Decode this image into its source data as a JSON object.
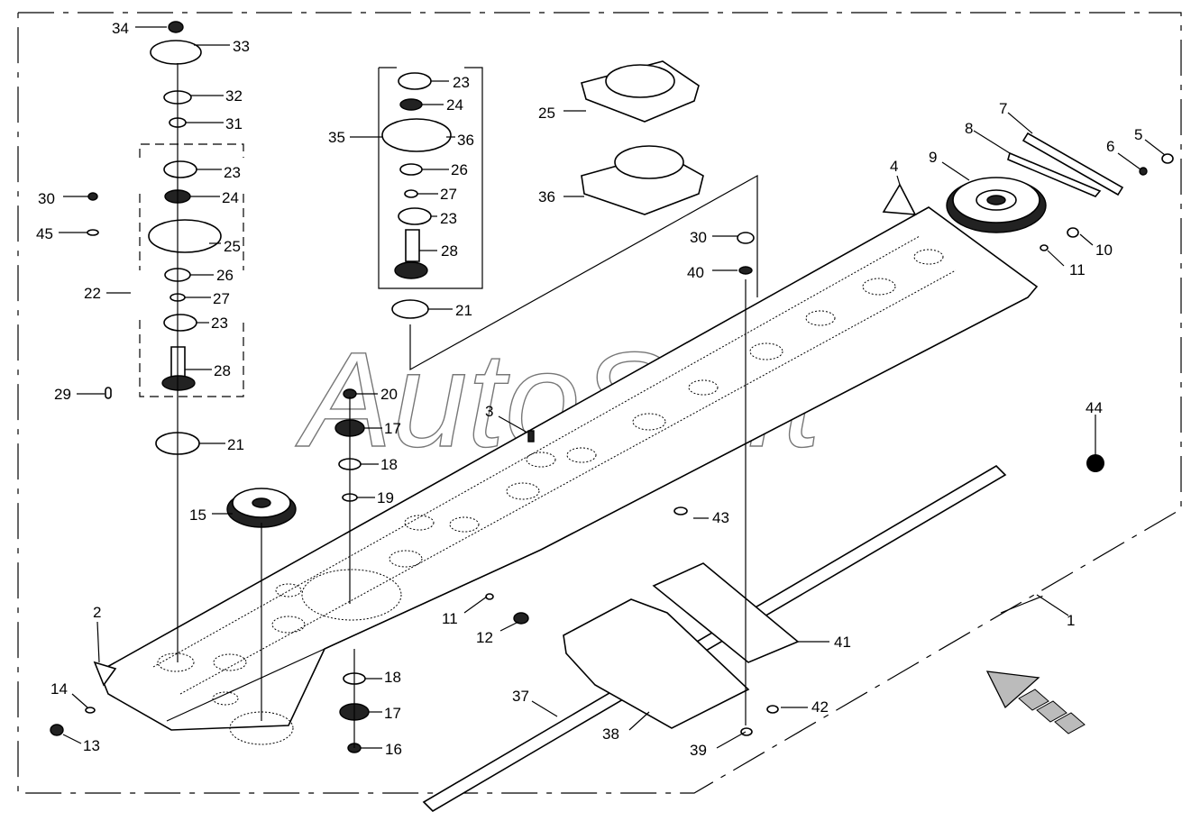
{
  "watermark": "AutoSoft",
  "callouts": [
    {
      "id": "c34",
      "text": "34"
    },
    {
      "id": "c33",
      "text": "33"
    },
    {
      "id": "c32",
      "text": "32"
    },
    {
      "id": "c31",
      "text": "31"
    },
    {
      "id": "c23a",
      "text": "23"
    },
    {
      "id": "c30a",
      "text": "30"
    },
    {
      "id": "c24a",
      "text": "24"
    },
    {
      "id": "c45",
      "text": "45"
    },
    {
      "id": "c25a",
      "text": "25"
    },
    {
      "id": "c26a",
      "text": "26"
    },
    {
      "id": "c22",
      "text": "22"
    },
    {
      "id": "c27a",
      "text": "27"
    },
    {
      "id": "c23b",
      "text": "23"
    },
    {
      "id": "c28a",
      "text": "28"
    },
    {
      "id": "c29",
      "text": "29"
    },
    {
      "id": "c21a",
      "text": "21"
    },
    {
      "id": "c15",
      "text": "15"
    },
    {
      "id": "c2",
      "text": "2"
    },
    {
      "id": "c14",
      "text": "14"
    },
    {
      "id": "c13",
      "text": "13"
    },
    {
      "id": "c23c",
      "text": "23"
    },
    {
      "id": "c24b",
      "text": "24"
    },
    {
      "id": "c35",
      "text": "35"
    },
    {
      "id": "c36a",
      "text": "36"
    },
    {
      "id": "c26b",
      "text": "26"
    },
    {
      "id": "c27b",
      "text": "27"
    },
    {
      "id": "c23d",
      "text": "23"
    },
    {
      "id": "c28b",
      "text": "28"
    },
    {
      "id": "c21b",
      "text": "21"
    },
    {
      "id": "c20",
      "text": "20"
    },
    {
      "id": "c17a",
      "text": "17"
    },
    {
      "id": "c18a",
      "text": "18"
    },
    {
      "id": "c19",
      "text": "19"
    },
    {
      "id": "c18b",
      "text": "18"
    },
    {
      "id": "c17b",
      "text": "17"
    },
    {
      "id": "c16",
      "text": "16"
    },
    {
      "id": "c25b",
      "text": "25"
    },
    {
      "id": "c36b",
      "text": "36"
    },
    {
      "id": "c30b",
      "text": "30"
    },
    {
      "id": "c40",
      "text": "40"
    },
    {
      "id": "c3",
      "text": "3"
    },
    {
      "id": "c11a",
      "text": "11"
    },
    {
      "id": "c12",
      "text": "12"
    },
    {
      "id": "c4",
      "text": "4"
    },
    {
      "id": "c9",
      "text": "9"
    },
    {
      "id": "c8",
      "text": "8"
    },
    {
      "id": "c7",
      "text": "7"
    },
    {
      "id": "c6",
      "text": "6"
    },
    {
      "id": "c5",
      "text": "5"
    },
    {
      "id": "c10",
      "text": "10"
    },
    {
      "id": "c11b",
      "text": "11"
    },
    {
      "id": "c44",
      "text": "44"
    },
    {
      "id": "c43",
      "text": "43"
    },
    {
      "id": "c41",
      "text": "41"
    },
    {
      "id": "c42",
      "text": "42"
    },
    {
      "id": "c39",
      "text": "39"
    },
    {
      "id": "c38",
      "text": "38"
    },
    {
      "id": "c37",
      "text": "37"
    },
    {
      "id": "c1",
      "text": "1"
    }
  ]
}
